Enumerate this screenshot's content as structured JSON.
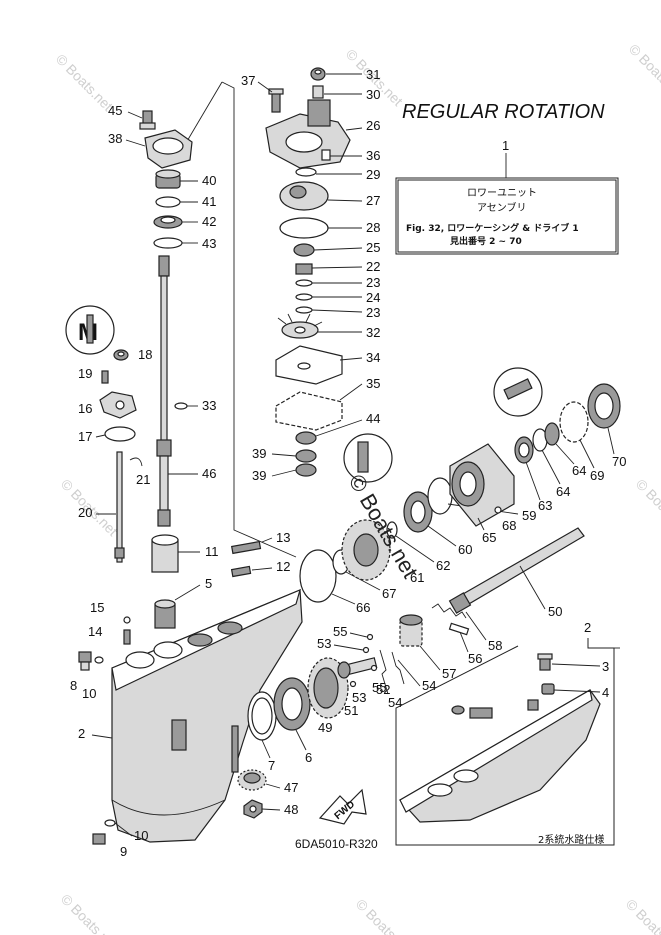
{
  "title": "REGULAR ROTATION",
  "info_box": {
    "ref": "1",
    "line1": "ロワーユニット",
    "line2": "アセンブリ",
    "line3": "Fig. 32, ロワーケーシング & ドライブ 1",
    "line4": "見出番号 2 ~ 70"
  },
  "inset": {
    "ref": "2",
    "caption": "2系統水路仕様"
  },
  "watermark_main": "© Boats.net",
  "watermark_faint": "© Boats.net",
  "drawing_code": "6DA5010-R320",
  "fwd_label": "FWD",
  "parts": [
    "1",
    "2",
    "3",
    "4",
    "5",
    "6",
    "7",
    "8",
    "9",
    "10",
    "11",
    "12",
    "13",
    "14",
    "15",
    "16",
    "17",
    "18",
    "19",
    "20",
    "21",
    "22",
    "23",
    "24",
    "25",
    "26",
    "27",
    "28",
    "29",
    "30",
    "31",
    "32",
    "33",
    "34",
    "35",
    "36",
    "37",
    "38",
    "39",
    "40",
    "41",
    "42",
    "43",
    "44",
    "45",
    "46",
    "47",
    "48",
    "49",
    "50",
    "51",
    "52",
    "53",
    "54",
    "55",
    "56",
    "57",
    "58",
    "59",
    "60",
    "61",
    "62",
    "63",
    "64",
    "65",
    "66",
    "67",
    "68",
    "69",
    "70"
  ],
  "labels": {
    "p45": "45",
    "p38": "38",
    "p40": "40",
    "p41": "41",
    "p42": "42",
    "p43": "43",
    "p37": "37",
    "p31": "31",
    "p30": "30",
    "p26": "26",
    "p36": "36",
    "p29": "29",
    "p27": "27",
    "p28": "28",
    "p25": "25",
    "p22": "22",
    "p23a": "23",
    "p24": "24",
    "p23b": "23",
    "p32": "32",
    "p34": "34",
    "p35": "35",
    "p44": "44",
    "p39a": "39",
    "p39b": "39",
    "p18": "18",
    "p19": "19",
    "p16": "16",
    "p17": "17",
    "p33": "33",
    "p21": "21",
    "p46": "46",
    "p20": "20",
    "p13": "13",
    "p11": "11",
    "p12": "12",
    "p5": "5",
    "p15": "15",
    "p14": "14",
    "p8": "8",
    "p10a": "10",
    "p2": "2",
    "p10b": "10",
    "p9": "9",
    "p7": "7",
    "p6": "6",
    "p47": "47",
    "p48": "48",
    "p49": "49",
    "p51": "51",
    "p53a": "53",
    "p55a": "55",
    "p53b": "53",
    "p55b": "55",
    "p52": "52",
    "p54a": "54",
    "p54b": "54",
    "p57": "57",
    "p56": "56",
    "p58": "58",
    "p50": "50",
    "p66": "66",
    "p67": "67",
    "p61": "61",
    "p62": "62",
    "p60": "60",
    "p65": "65",
    "p59": "59",
    "p68": "68",
    "p63": "63",
    "p64a": "64",
    "p64b": "64",
    "p69": "69",
    "p70": "70",
    "p2b": "2",
    "p3": "3",
    "p4": "4"
  }
}
